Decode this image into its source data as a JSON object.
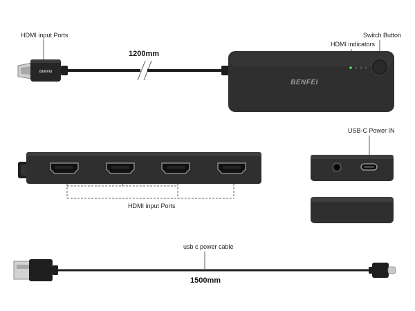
{
  "labels": {
    "hdmi_input_top": "HDMI input Ports",
    "switch_button": "Switch Button",
    "hdmi_indicators": "HDMI indicators",
    "length_hdmi": "1200mm",
    "usbc_power_in": "USB-C Power IN",
    "hdmi_input_ports": "HDMI input Ports",
    "usb_power_cable": "usb c power cable",
    "length_usb": "1500mm"
  },
  "brand": {
    "name": "BENFEI",
    "plug_text": "BENFEI"
  },
  "colors": {
    "device_body": "#2f2f2f",
    "device_top": "#3a3a3a",
    "cable": "#1e1e1e",
    "indicator_on": "#5be36a",
    "indicator_off": "#555555",
    "leader_line": "#333333"
  }
}
